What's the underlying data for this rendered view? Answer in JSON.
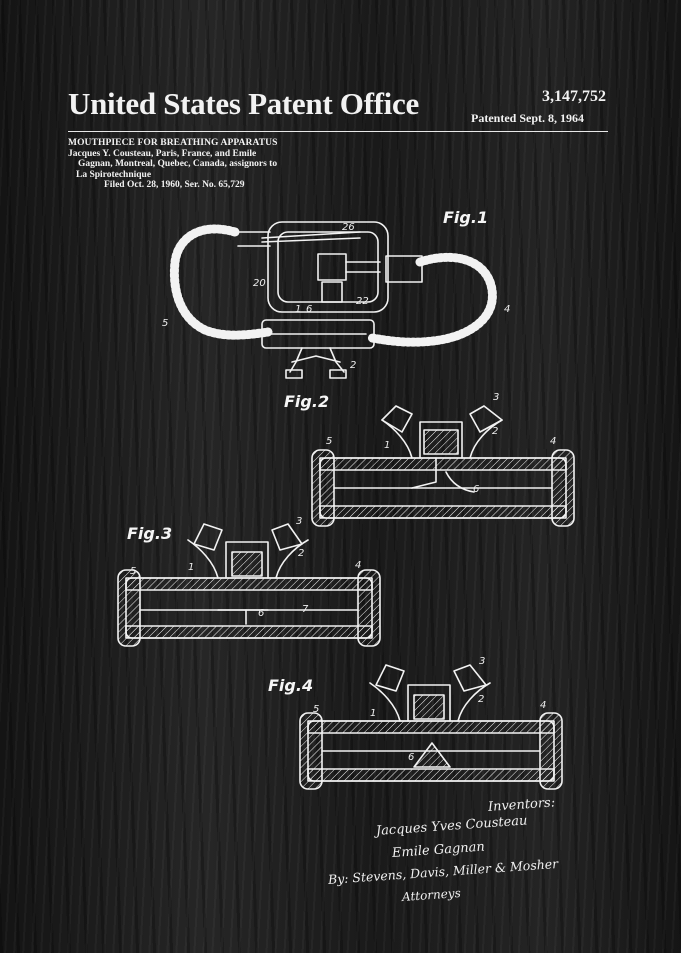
{
  "header": {
    "office": "United States Patent Office",
    "patent_number": "3,147,752",
    "patented": "Patented Sept. 8, 1964"
  },
  "meta": {
    "title": "MOUTHPIECE FOR BREATHING APPARATUS",
    "line1": "Jacques Y. Cousteau, Paris, France, and Emile",
    "line2": "Gagnan, Montreal, Quebec, Canada, assignors to",
    "line3": "La Spirotechnique",
    "line4": "Filed Oct. 28, 1960, Ser. No. 65,729"
  },
  "figures": {
    "fig1": "Fig.1",
    "fig2": "Fig.2",
    "fig3": "Fig.3",
    "fig4": "Fig.4"
  },
  "refs": {
    "f1": [
      "26",
      "20",
      "22",
      "1",
      "6",
      "4",
      "5",
      "2"
    ],
    "f2": [
      "3",
      "2",
      "1",
      "5",
      "4",
      "6"
    ],
    "f3": [
      "3",
      "2",
      "1",
      "5",
      "4",
      "6",
      "7"
    ],
    "f4": [
      "3",
      "2",
      "1",
      "5",
      "4",
      "6"
    ]
  },
  "signature": {
    "heading": "Inventors:",
    "inventor1": "Jacques Yves Cousteau",
    "inventor2": "Emile Gagnan",
    "attorneys": "By: Stevens, Davis, Miller & Mosher",
    "attorneys_label": "Attorneys"
  },
  "colors": {
    "ink": "#f2f2f2",
    "board": "#1c1c1c"
  }
}
